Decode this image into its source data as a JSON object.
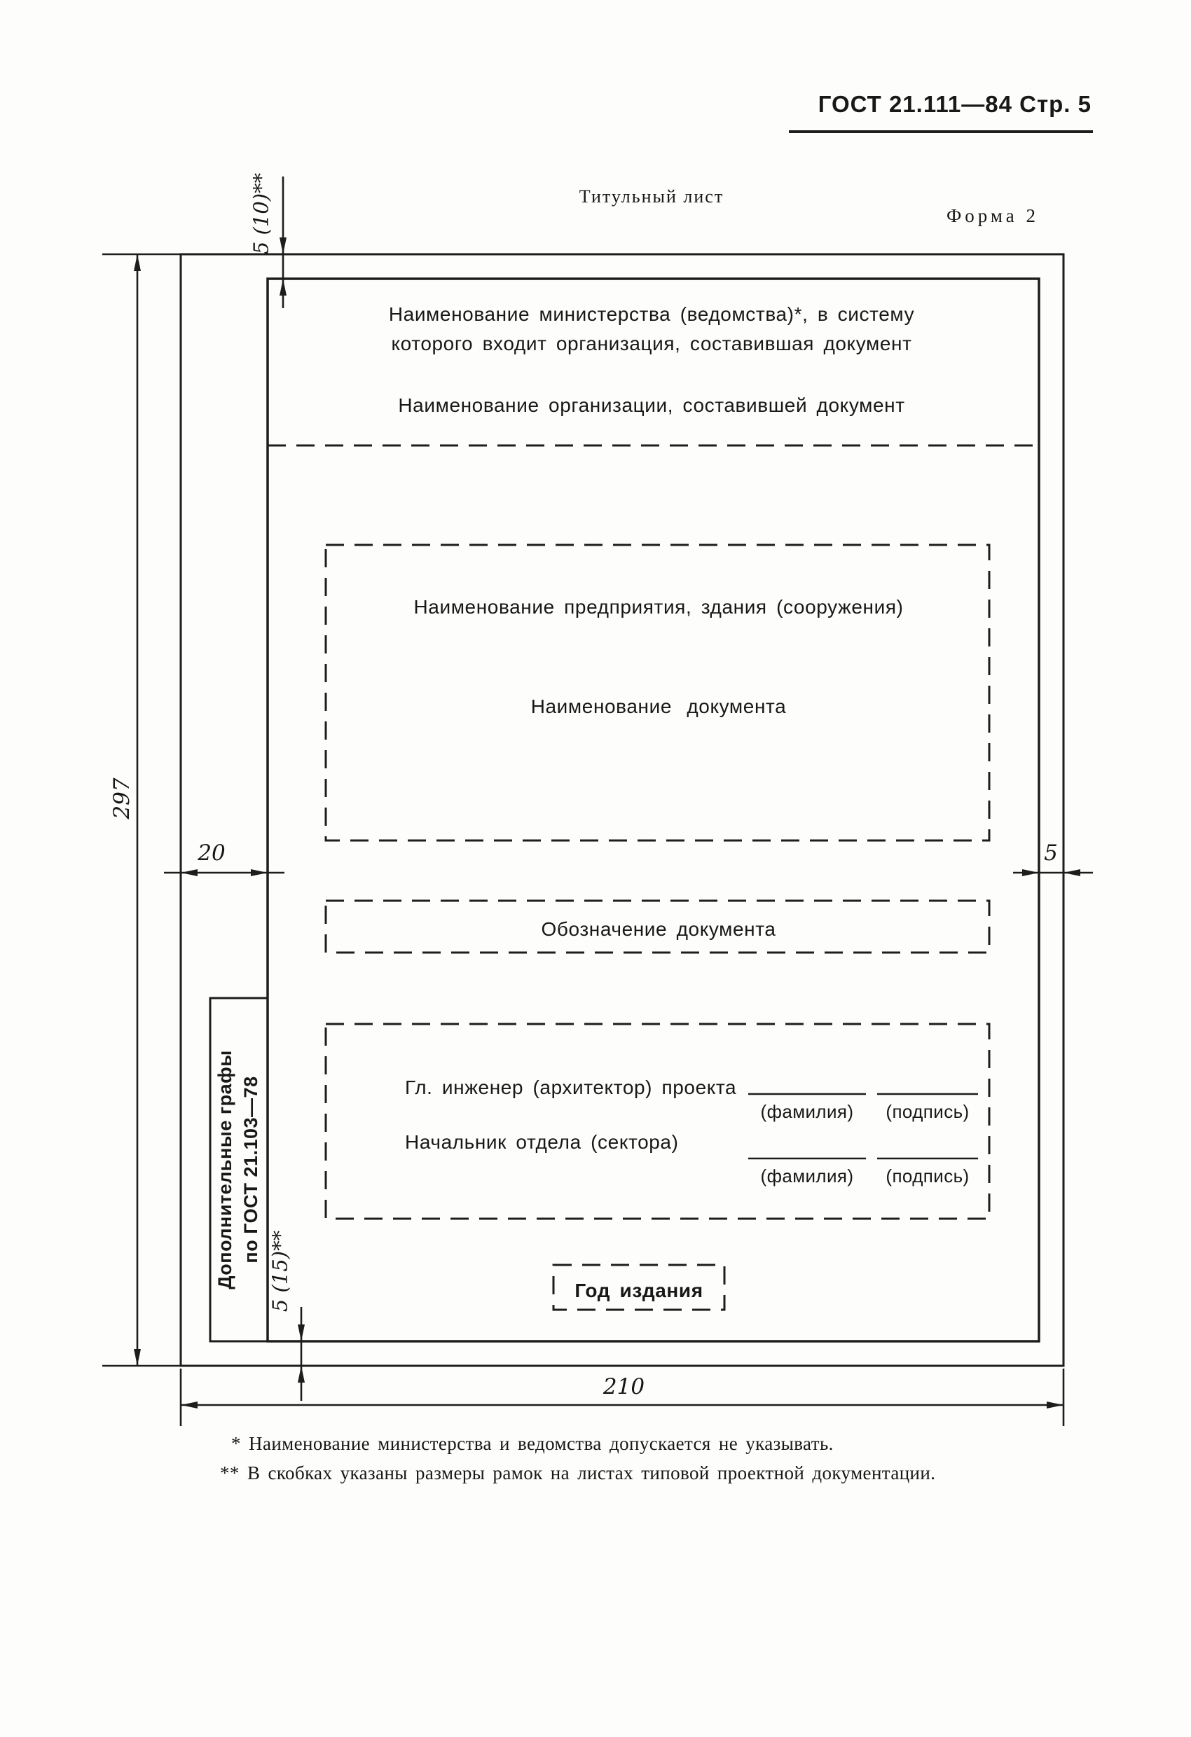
{
  "header": {
    "gost_ref": "ГОСТ 21.111—84 Стр. 5"
  },
  "captions": {
    "sheet_type": "Титульный лист",
    "form": "Форма 2"
  },
  "dims": {
    "sheet_height": "297",
    "sheet_width": "210",
    "left_field": "20",
    "right_field": "5",
    "top_field": "5 (10)**",
    "bottom_field": "5 (15)**"
  },
  "title_page": {
    "ministry_line1": "Наименование министерства (ведомства)*,  в систему",
    "ministry_line2": "которого входит организация, составившая документ",
    "organization": "Наименование организации, составившей документ",
    "enterprise": "Наименование предприятия, здания (сооружения)",
    "document_name": "Наименование документа",
    "document_designation": "Обозначение документа",
    "signatures": {
      "row1_label": "Гл. инженер (архитектор) проекта",
      "row2_label": "Начальник отдела (сектора)",
      "surname": "(фамилия)",
      "signature": "(подпись)"
    },
    "year": "Год издания",
    "extra_line1": "Дополнительные графы",
    "extra_line2": "по ГОСТ 21.103—78"
  },
  "footnotes": {
    "note1": "* Наименование министерства и ведомства  допускается  не  указывать.",
    "note2": "** В скобках указаны размеры рамок на листах типовой проектной документации."
  }
}
